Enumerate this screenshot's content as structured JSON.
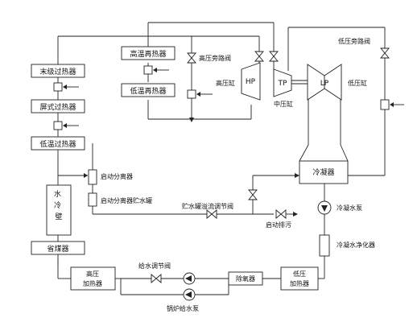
{
  "components": {
    "final_superheater": "末级过热器",
    "platen_superheater": "屏式过热器",
    "low_temp_superheater": "低温过热器",
    "water_wall": "水冷壁",
    "economizer": "省煤器",
    "start_separator": "启动分离器",
    "separator_tank": "启动分离器贮水罐",
    "high_temp_reheater": "高温再热器",
    "low_temp_reheater": "低温再热器",
    "hp_bypass_valve": "高压旁路阀",
    "lp_bypass_valve": "低压旁路阀",
    "hp_cylinder": "高压缸",
    "ip_cylinder": "中压缸",
    "lp_cylinder": "低压缸",
    "hp_symbol": "HP",
    "ip_symbol": "TP",
    "lp_symbol": "LP",
    "condenser": "冷凝器",
    "condensate_pump": "冷凝水泵",
    "condensate_polisher": "冷凝水净化器",
    "lp_heater_line1": "低压",
    "lp_heater_line2": "加热器",
    "deaerator": "除氧器",
    "hp_heater_line1": "高压",
    "hp_heater_line2": "加热器",
    "feedwater_valve": "给水调节阀",
    "feedwater_pump": "锅炉给水泵",
    "tank_overflow_valve": "贮水罐溢流调节阀",
    "start_drain": "启动排污"
  }
}
